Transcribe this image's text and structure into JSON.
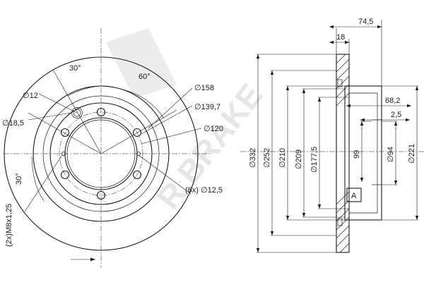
{
  "watermark": {
    "text": "R BRAKE"
  },
  "front_view": {
    "angles": [
      "30°",
      "60°",
      "30°"
    ],
    "bolt_hole_note": "(6x) ∅12,5",
    "thread_note": "(2x)M8x1,25",
    "dia_labels": [
      "∅12",
      "∅18,5",
      "∅158",
      "∅139,7",
      "∅120"
    ]
  },
  "side_view": {
    "top_dims": [
      "74,5",
      "18"
    ],
    "right_dims": [
      "68,2",
      "2,5"
    ],
    "vertical_dias": [
      "∅332",
      "∅252",
      "∅210",
      "∅209",
      "∅177,5",
      "99",
      "∅94",
      "∅221"
    ],
    "datum": "A"
  }
}
